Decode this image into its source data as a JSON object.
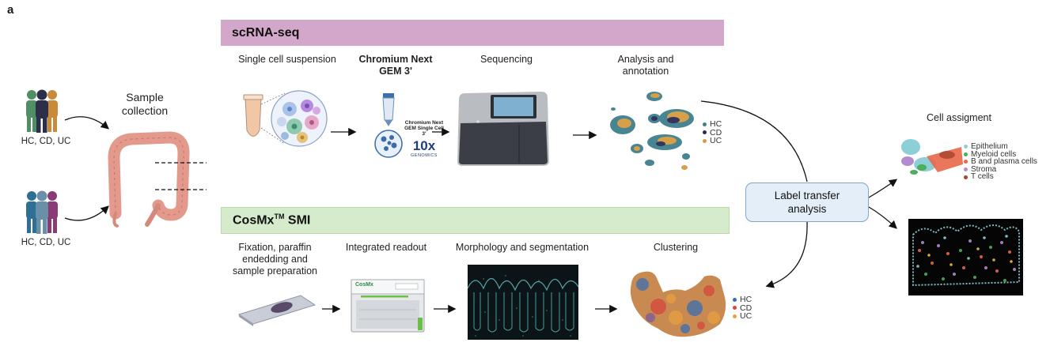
{
  "panel_letter": "a",
  "left": {
    "group_top_label": "HC, CD, UC",
    "group_bottom_label": "HC, CD, UC",
    "sample_collection": [
      "Sample",
      "collection"
    ]
  },
  "scrna": {
    "title": "scRNA-seq",
    "steps": {
      "suspension": "Single cell suspension",
      "chromium": [
        "Chromium Next",
        "GEM 3'"
      ],
      "sequencing": "Sequencing",
      "analysis": [
        "Analysis and",
        "annotation"
      ]
    },
    "chip_text": [
      "Chromium Next",
      "GEM Single Cell",
      "3'"
    ],
    "tenx_logo": "10x",
    "tenx_sub": "GENOMICS",
    "legend": [
      "HC",
      "CD",
      "UC"
    ]
  },
  "cosmx": {
    "title_main": "CosMx",
    "title_sup": "TM",
    "title_rest": " SMI",
    "steps": {
      "fixation": [
        "Fixation, paraffin",
        "endedding and",
        "sample preparation"
      ],
      "readout": "Integrated readout",
      "morphology": "Morphology and segmentation",
      "clustering": "Clustering"
    },
    "instrument_brand": "CosMx",
    "legend": [
      "HC",
      "CD",
      "UC"
    ]
  },
  "label_transfer": [
    "Label transfer",
    "analysis"
  ],
  "cell_assignment": {
    "title": "Cell assigment",
    "legend": [
      "Epithelium",
      "Myeloid cells",
      "B and plasma cells",
      "Stroma",
      "T cells"
    ]
  },
  "colors": {
    "scrna_banner": "#d3a7c9",
    "cosmx_banner": "#d5ebcc",
    "hc": "#3d7f8c",
    "cd": "#2a2a55",
    "uc": "#d49a3f",
    "cosmx_hc": "#2f6fb0",
    "cosmx_cd": "#d4473a",
    "cosmx_uc": "#e8a040",
    "epithelium": "#8ccfd6",
    "myeloid": "#4cae5a",
    "bplasma": "#e8674a",
    "stroma": "#b48ad0",
    "tcells": "#a8442d"
  }
}
